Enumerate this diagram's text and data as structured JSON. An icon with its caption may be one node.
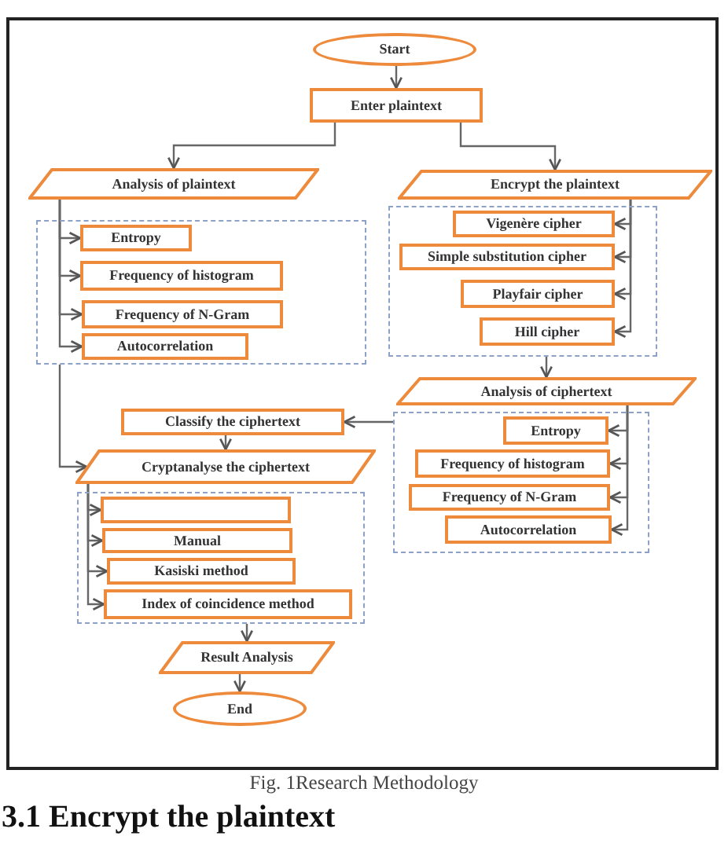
{
  "diagram": {
    "caption": "Fig. 1Research Methodology",
    "nodes": [
      {
        "text": [
          "Start"
        ]
      },
      {
        "text": [
          "Enter plaintext"
        ]
      },
      {
        "text": [
          "Analysis of plaintext"
        ]
      },
      {
        "text": [],
        "shape": "box"
      },
      {
        "text": [
          "Entropy"
        ],
        "in": 3
      },
      {
        "text": [
          "Frequency of histogram"
        ],
        "in": 3
      },
      {
        "text": [
          "Frequency of N-Gram"
        ],
        "in": 3
      },
      {
        "text": [
          "Autocorrelation"
        ],
        "in": 3
      },
      {
        "text": [
          "Encrypt the plaintext"
        ]
      },
      {
        "text": [],
        "shape": "box"
      },
      {
        "text": [
          "Vigenère cipher"
        ],
        "in": 9
      },
      {
        "text": [
          "Simple substitution cipher"
        ],
        "in": 9
      },
      {
        "text": [
          "Playfair cipher"
        ],
        "in": 9
      },
      {
        "text": [
          "Hill cipher"
        ],
        "in": 9
      },
      {
        "text": [
          "Analysis of ciphertext"
        ]
      },
      {
        "text": [],
        "shape": "box"
      },
      {
        "text": [
          "Entropy"
        ],
        "in": 15
      },
      {
        "text": [
          "Frequency of histogram"
        ],
        "in": 15
      },
      {
        "text": [
          "Frequency of N-Gram"
        ],
        "in": 15
      },
      {
        "text": [
          "Autocorrelation"
        ],
        "in": 15
      },
      {
        "text": [
          "Classify the ciphertext"
        ]
      },
      {
        "text": [
          "Cryptanalyse the ciphertext"
        ]
      },
      {
        "text": [],
        "shape": "box"
      },
      {
        "text": [],
        "shape": "box",
        "in": 22
      },
      {
        "text": [
          "Manual"
        ],
        "in": 22
      },
      {
        "text": [
          "Kasiski method"
        ],
        "in": 22
      },
      {
        "text": [
          "Index of coincidence method"
        ],
        "in": 22
      },
      {
        "text": [
          "Result Analysis"
        ]
      },
      {
        "text": [
          "End"
        ]
      }
    ],
    "edges": [
      {
        "from": 0,
        "to": 1,
        "arrow": "to"
      },
      {
        "from": 1,
        "to": 2,
        "arrow": "to"
      },
      {
        "from": 1,
        "to": 8,
        "arrow": "to"
      },
      {
        "from": 2,
        "to": 4,
        "arrow": "to"
      },
      {
        "from": 2,
        "to": 5,
        "arrow": "to"
      },
      {
        "from": 2,
        "to": 6,
        "arrow": "to"
      },
      {
        "from": 2,
        "to": 7,
        "arrow": "to"
      },
      {
        "from": 8,
        "to": 10,
        "arrow": "to"
      },
      {
        "from": 8,
        "to": 11,
        "arrow": "to"
      },
      {
        "from": 8,
        "to": 12,
        "arrow": "to"
      },
      {
        "from": 8,
        "to": 13,
        "arrow": "to"
      },
      {
        "from": 9,
        "to": 14,
        "arrow": "to"
      },
      {
        "from": 14,
        "to": 16,
        "arrow": "to"
      },
      {
        "from": 14,
        "to": 17,
        "arrow": "to"
      },
      {
        "from": 14,
        "to": 18,
        "arrow": "to"
      },
      {
        "from": 14,
        "to": 19,
        "arrow": "to"
      },
      {
        "from": 15,
        "to": 20,
        "arrow": "to"
      },
      {
        "from": 20,
        "to": 21,
        "arrow": "to"
      },
      {
        "from": 3,
        "to": 21,
        "arrow": "to"
      },
      {
        "from": 21,
        "to": 23,
        "arrow": "to"
      },
      {
        "from": 21,
        "to": 24,
        "arrow": "to"
      },
      {
        "from": 21,
        "to": 25,
        "arrow": "to"
      },
      {
        "from": 21,
        "to": 26,
        "arrow": "to"
      },
      {
        "from": 22,
        "to": 27,
        "arrow": "to"
      },
      {
        "from": 27,
        "to": 28,
        "arrow": "to"
      }
    ],
    "labels": [
      "3.1 Encrypt the plaintext"
    ]
  }
}
